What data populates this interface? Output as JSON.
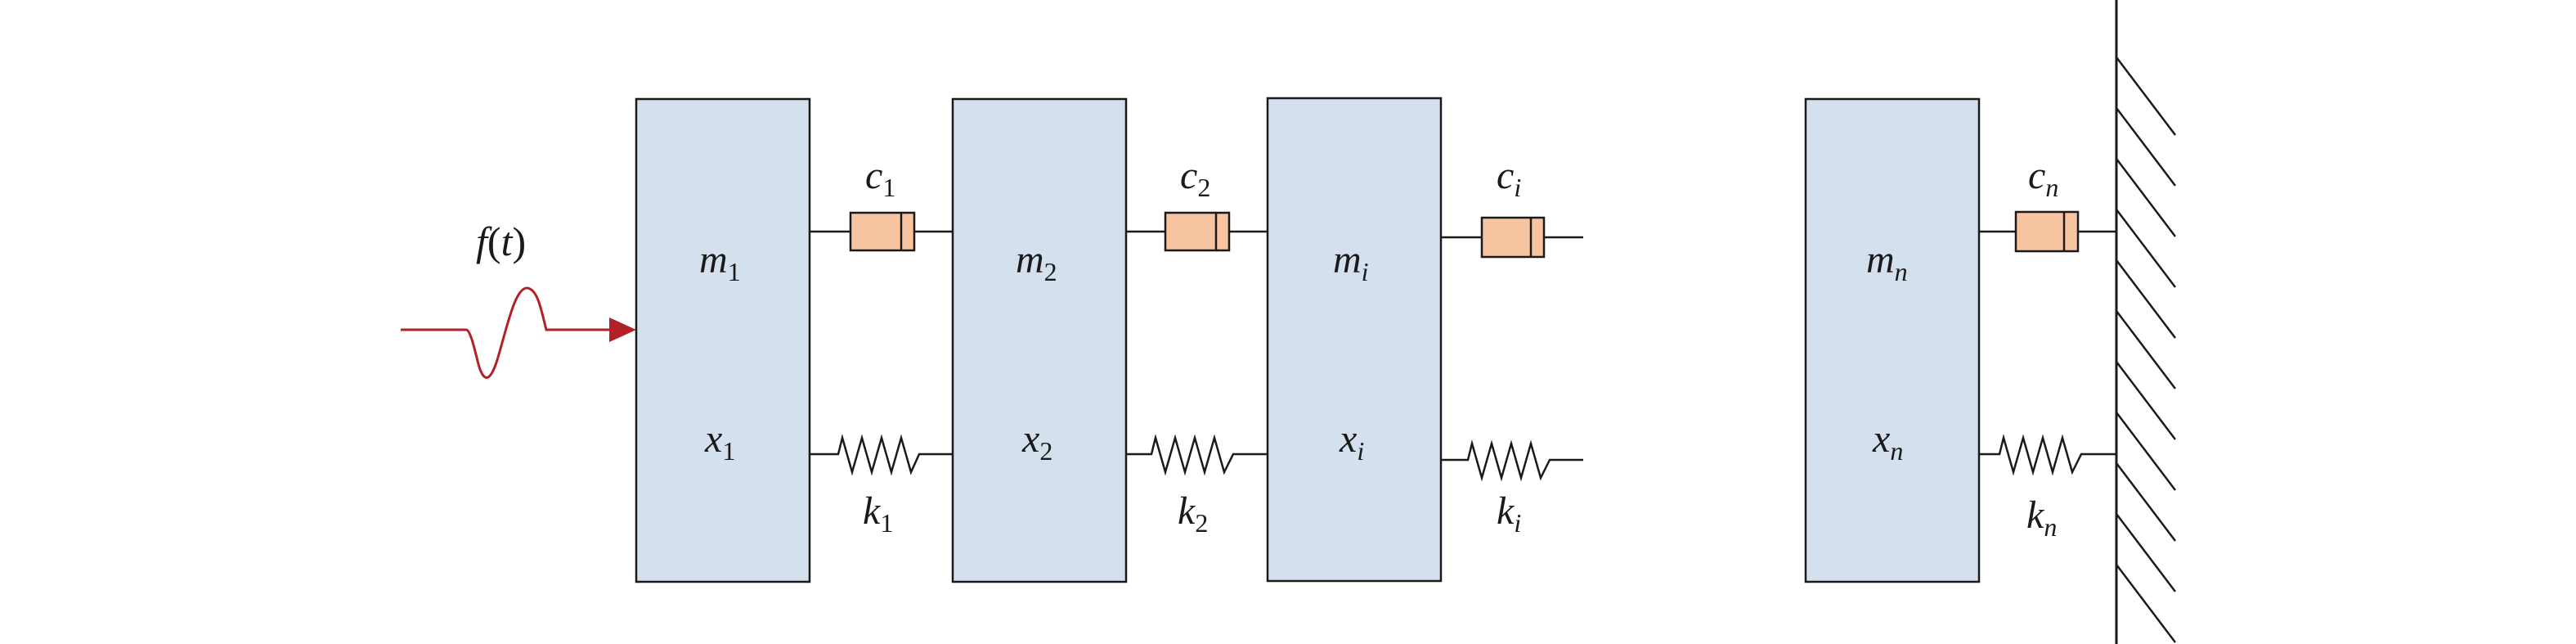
{
  "colors": {
    "mass_fill": "#d4e0ee",
    "damper_fill": "#f7c4a2",
    "force_color": "#b22028",
    "line_color": "#1a1a1a"
  },
  "force": {
    "symbol": "f",
    "paren_open": "(",
    "arg": "t",
    "paren_close": ")"
  },
  "masses": [
    {
      "m_sym": "m",
      "m_sub": "1",
      "x_sym": "x",
      "x_sub": "1"
    },
    {
      "m_sym": "m",
      "m_sub": "2",
      "x_sym": "x",
      "x_sub": "2"
    },
    {
      "m_sym": "m",
      "m_sub": "i",
      "x_sym": "x",
      "x_sub": "i"
    },
    {
      "m_sym": "m",
      "m_sub": "n",
      "x_sym": "x",
      "x_sub": "n"
    }
  ],
  "dampers": [
    {
      "sym": "c",
      "sub": "1"
    },
    {
      "sym": "c",
      "sub": "2"
    },
    {
      "sym": "c",
      "sub": "i"
    },
    {
      "sym": "c",
      "sub": "n"
    }
  ],
  "springs": [
    {
      "sym": "k",
      "sub": "1"
    },
    {
      "sym": "k",
      "sub": "2"
    },
    {
      "sym": "k",
      "sub": "i"
    },
    {
      "sym": "k",
      "sub": "n"
    }
  ]
}
